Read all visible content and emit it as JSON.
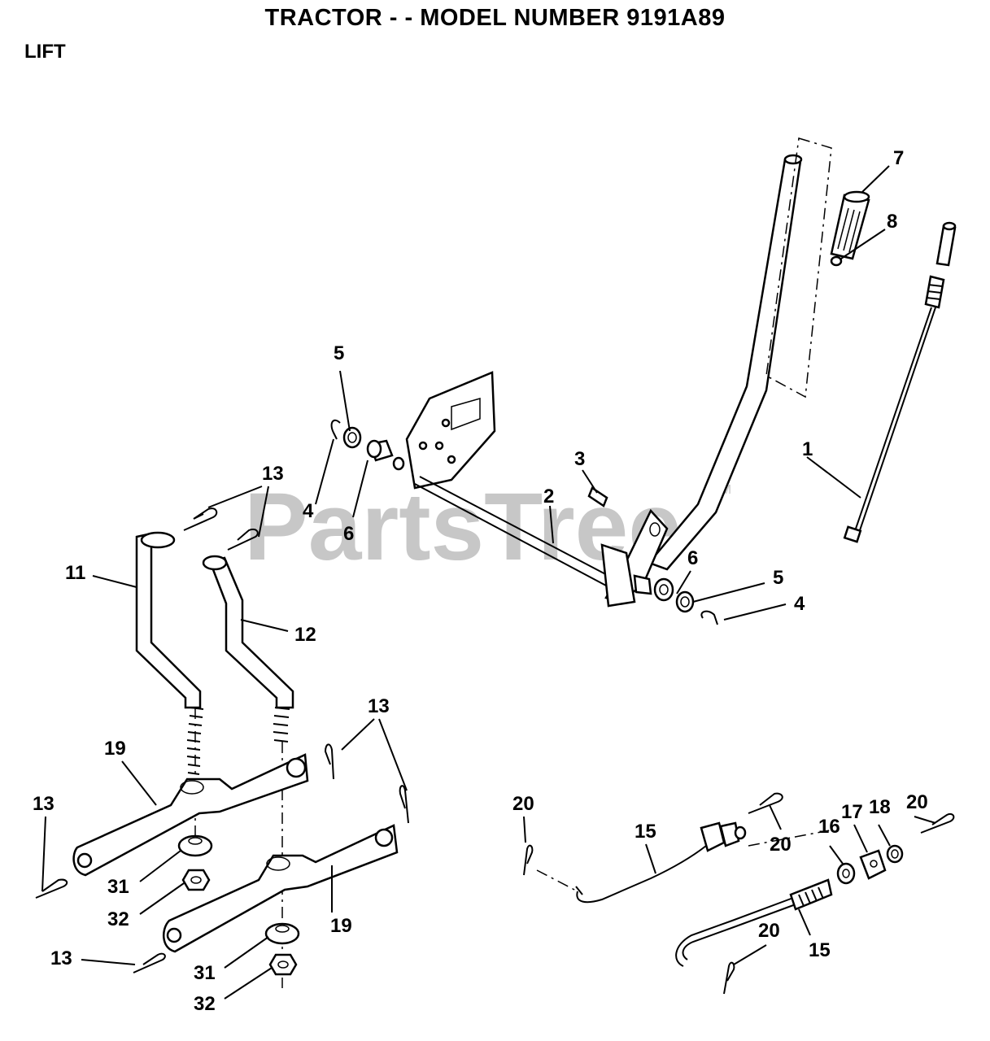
{
  "header": {
    "title": "TRACTOR - - MODEL NUMBER 9191A89",
    "section": "LIFT"
  },
  "watermark": {
    "text": "PartsTree",
    "tm": "TM"
  },
  "callouts": {
    "c1": "1",
    "c2": "2",
    "c3": "3",
    "c4a": "4",
    "c4b": "4",
    "c5a": "5",
    "c5b": "5",
    "c6a": "6",
    "c6b": "6",
    "c7": "7",
    "c8": "8",
    "c11": "11",
    "c12": "12",
    "c13a": "13",
    "c13b": "13",
    "c13c": "13",
    "c13d": "13",
    "c15a": "15",
    "c15b": "15",
    "c16": "16",
    "c17": "17",
    "c18": "18",
    "c19a": "19",
    "c19b": "19",
    "c20a": "20",
    "c20b": "20",
    "c20c": "20",
    "c20d": "20",
    "c31a": "31",
    "c31b": "31",
    "c32a": "32",
    "c32b": "32"
  }
}
